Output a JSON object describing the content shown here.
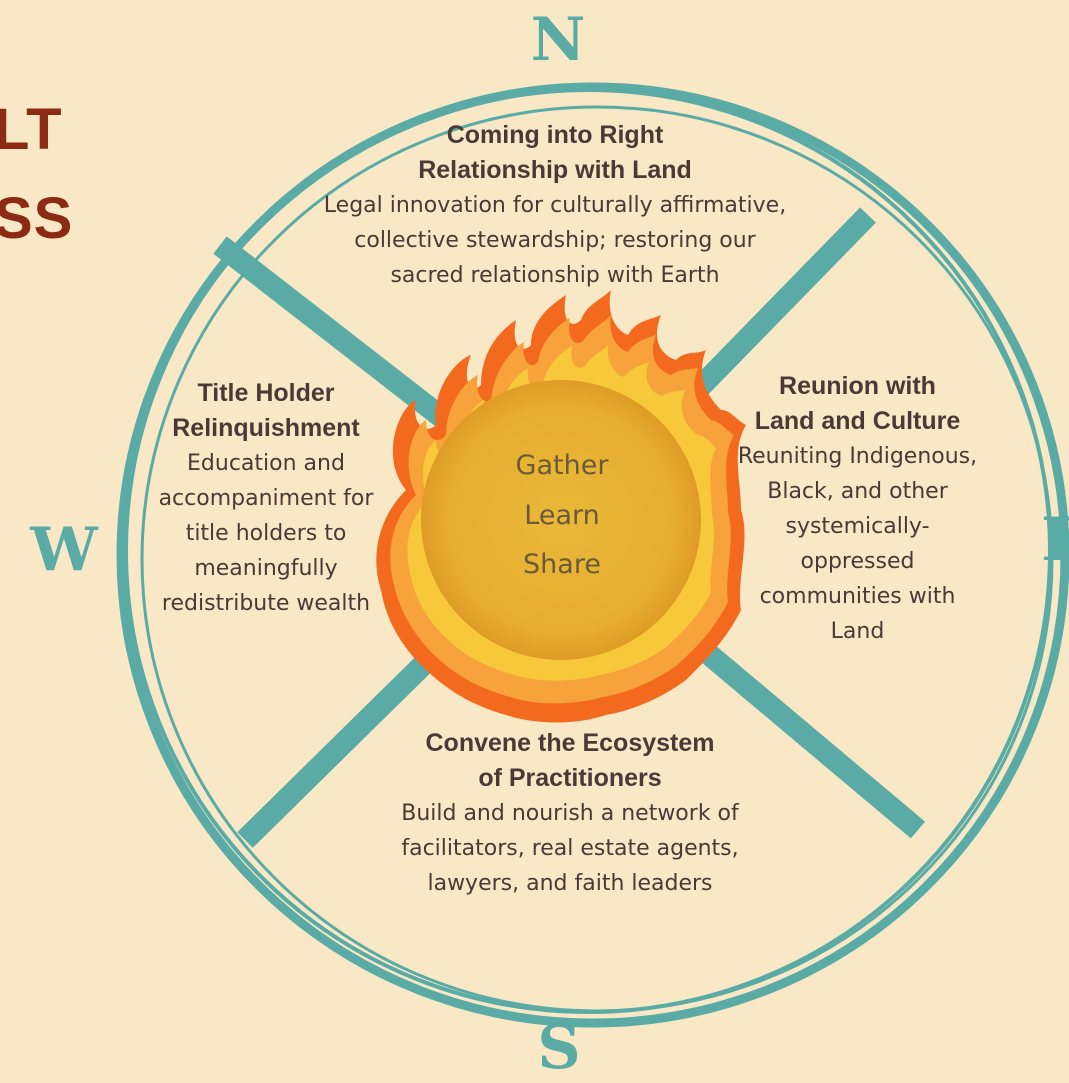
{
  "title": {
    "line1": "LT",
    "line2": "SS"
  },
  "compass": {
    "north": "N",
    "south": "S",
    "west": "W",
    "east": "E"
  },
  "quadrants": {
    "north": {
      "title_line1": "Coming into Right",
      "title_line2": "Relationship with Land",
      "text": [
        "Legal innovation for culturally affirmative,",
        "collective stewardship; restoring our",
        "sacred relationship with Earth"
      ]
    },
    "west": {
      "title_line1": "Title Holder",
      "title_line2": "Relinquishment",
      "text": [
        "Education and",
        "accompaniment for",
        "title holders to",
        "meaningfully",
        "redistribute wealth"
      ]
    },
    "east": {
      "title_line1": "Reunion with",
      "title_line2": "Land and Culture",
      "text": [
        "Reuniting Indigenous,",
        "Black, and other",
        "systemically-",
        "oppressed",
        "communities with",
        "Land"
      ]
    },
    "south": {
      "title_line1": "Convene the Ecosystem",
      "title_line2": "of Practitioners",
      "text": [
        "Build and nourish a network of",
        "facilitators, real estate agents,",
        "lawyers, and faith leaders"
      ]
    }
  },
  "center": {
    "words": [
      "Gather",
      "Learn",
      "Share"
    ]
  },
  "colors": {
    "background": "#f8e8c6",
    "teal": "#5aaba6",
    "title_red": "#8c2a14",
    "text": "#4a3a36",
    "sun": "#e9b334",
    "flame_orange": "#f36a1f",
    "flame_yellow": "#f7c93a"
  }
}
